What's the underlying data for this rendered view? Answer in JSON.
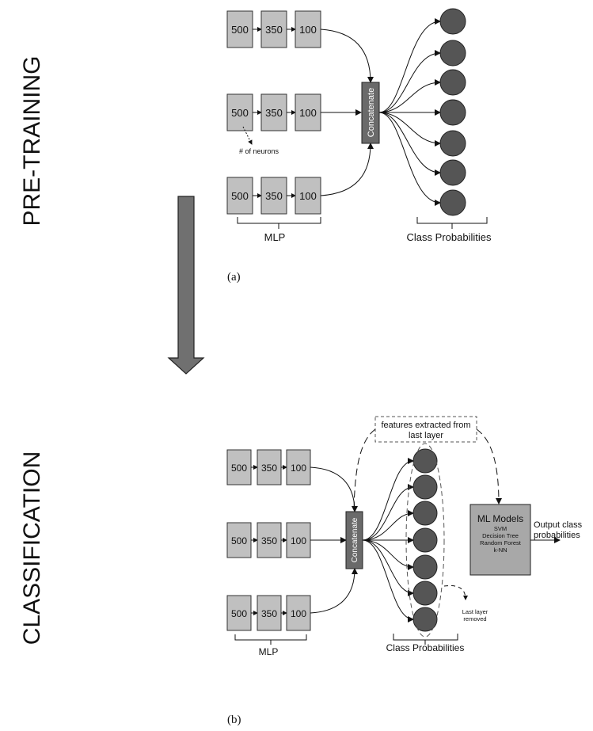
{
  "stage_labels": {
    "pretraining": "PRE-TRAINING",
    "classification": "CLASSIFICATION"
  },
  "colors": {
    "layer_box": "#c0c0c0",
    "concat_box": "#6a6a6a",
    "node": "#555555",
    "flow_arrow": "#707070",
    "ml_box": "#a8a8a8",
    "stroke": "#222222"
  },
  "panel_a": {
    "caption": "(a)",
    "branches": [
      [
        "500",
        "350",
        "100"
      ],
      [
        "500",
        "350",
        "100"
      ],
      [
        "500",
        "350",
        "100"
      ]
    ],
    "concat_label": "Concatenate",
    "mlp_label": "MLP",
    "class_prob_label": "Class Probabilities",
    "neurons_note": "# of neurons",
    "node_count": 7
  },
  "panel_b": {
    "caption": "(b)",
    "branches": [
      [
        "500",
        "350",
        "100"
      ],
      [
        "500",
        "350",
        "100"
      ],
      [
        "500",
        "350",
        "100"
      ]
    ],
    "concat_label": "Concatenate",
    "mlp_label": "MLP",
    "class_prob_label": "Class Probabilities",
    "features_label_line1": "features extracted from",
    "features_label_line2": "last layer",
    "ml_title": "ML Models",
    "ml_items": [
      "SVM",
      "Decision Tree",
      "Random Forest",
      "k-NN"
    ],
    "output_line1": "Output class",
    "output_line2": "probabilities",
    "removed_line1": "Last layer",
    "removed_line2": "removed",
    "node_count": 7
  }
}
